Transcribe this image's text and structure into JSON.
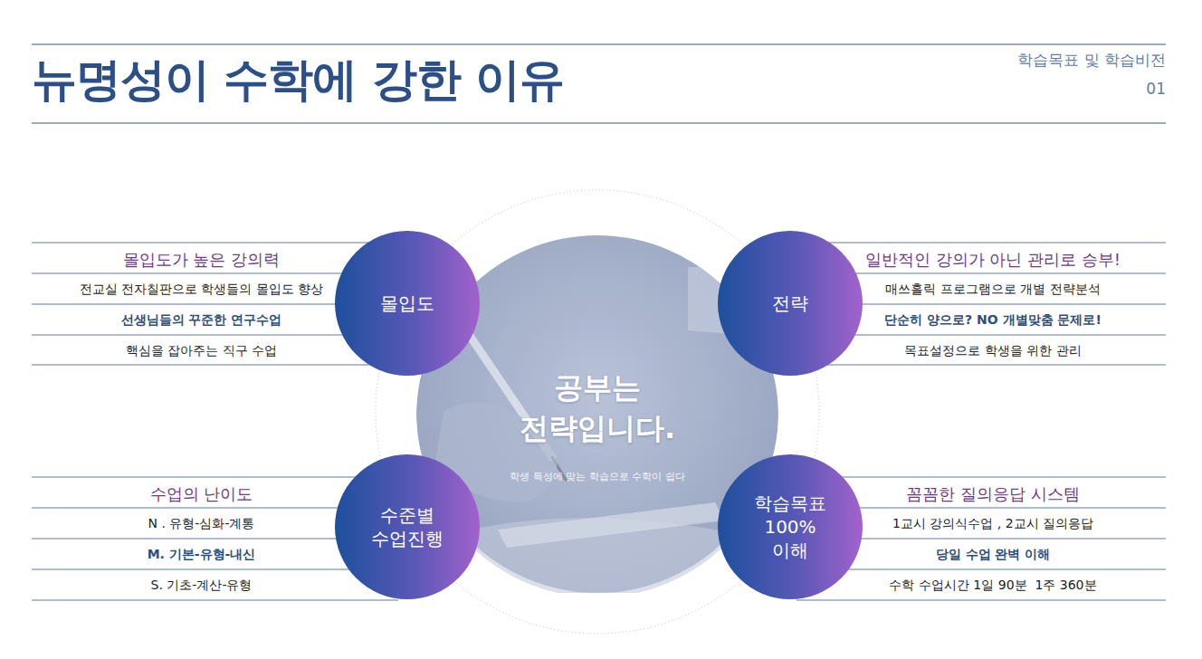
{
  "diagram": {
    "title": "뉴명성이 수학에 강한 이유",
    "nodes": [
      {
        "text": [
          "몰입도"
        ]
      },
      {
        "text": [
          "전략"
        ]
      },
      {
        "text": [
          "공부는 전략입니다.",
          "학생 특성에 맞는 학습으로 수학이 쉽다"
        ]
      },
      {
        "text": [
          "수준별 수업진행"
        ]
      },
      {
        "text": [
          "학습목표 100% 이해"
        ]
      }
    ],
    "labels": [
      "학습목표 및 학습비전",
      "01",
      "몰입도가 높은 강의력",
      "전교실 전자칠판으로 학생들의 몰입도 향상",
      "선생님들의 꾸준한 연구수업",
      "핵심을 잡아주는 직구 수업",
      "일반적인 강의가 아닌 관리로 승부!",
      "매쓰홀릭 프로그램으로 개별 전략분석",
      "단순히 양으로? NO 개별맞춤 문제로!",
      "목표설정으로 학생을 위한 관리",
      "수업의 난이도",
      "N . 유형-심화-계통",
      "M. 기본-유형-내신",
      "S. 기초-계산-유형",
      "꼼꼼한 질의응답 시스템",
      "1교시 강의식수업 , 2교시 질의응답",
      "당일 수업 완벽 이해",
      "수학 수업시간 1일 90분  1주 360분"
    ]
  }
}
